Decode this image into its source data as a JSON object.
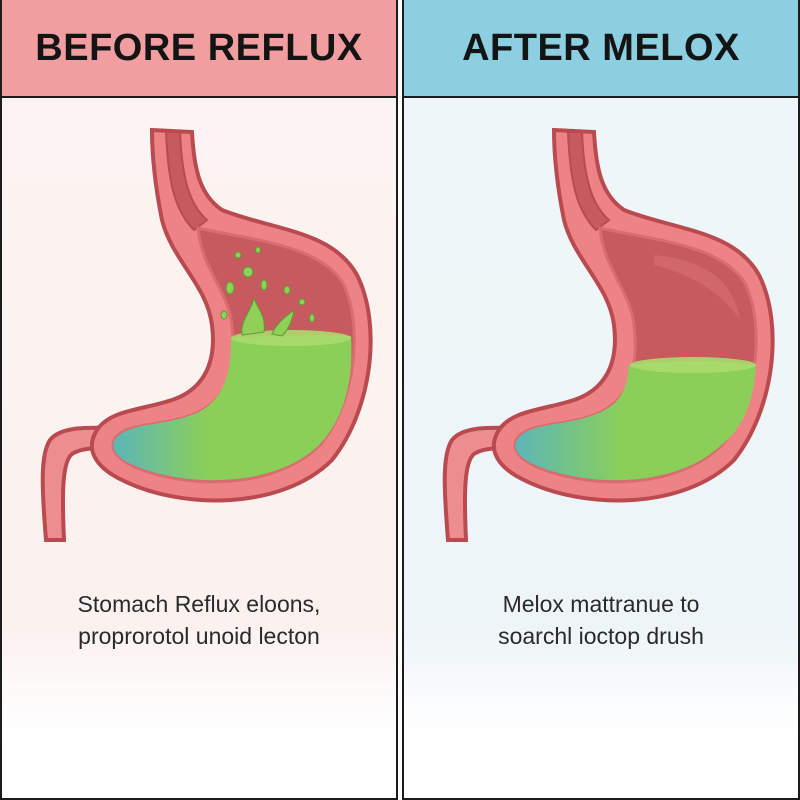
{
  "left_panel": {
    "title": "BEFORE REFLUX",
    "caption_lines": [
      "Stomach Reflux eloons,",
      "proprorotol unoid lecton"
    ]
  },
  "right_panel": {
    "title": "AFTER MELOX",
    "caption_lines": [
      "Melox mattranue to",
      "soarchl ioctop drush"
    ]
  },
  "colors": {
    "left_header": "#f19ea0",
    "right_header": "#8bcfe0",
    "stomach_wall": "#e8787c",
    "stomach_inner": "#c8585c",
    "acid_green": "#8fd056",
    "acid_teal": "#5fb8b8"
  }
}
